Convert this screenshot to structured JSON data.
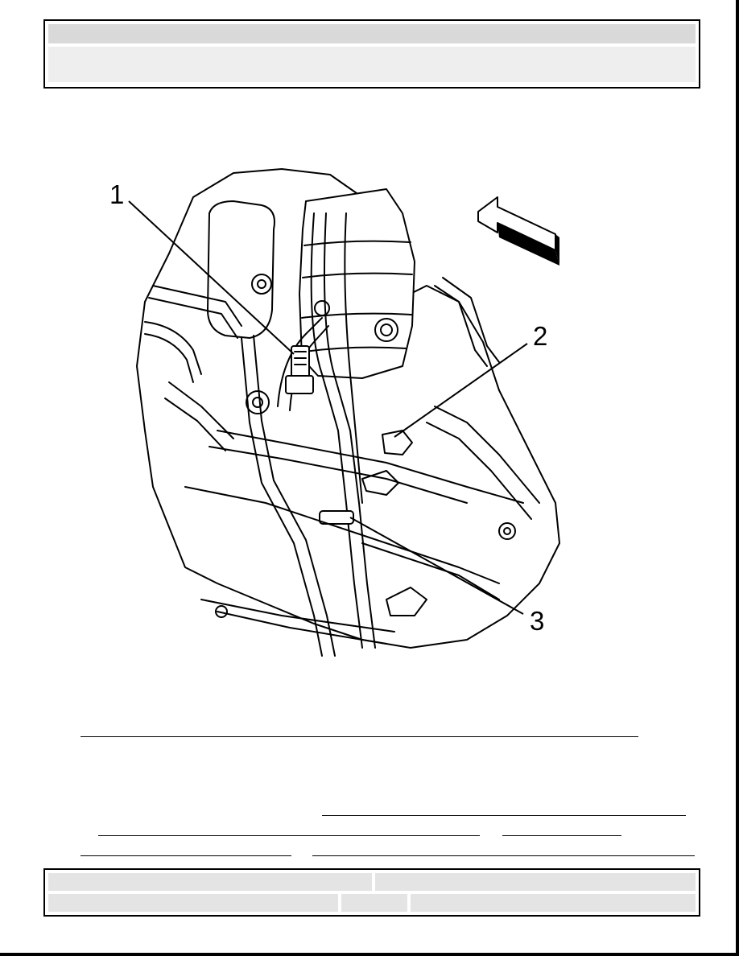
{
  "header": {
    "title": "",
    "subtitle": ""
  },
  "figure": {
    "callouts": [
      "1",
      "2",
      "3"
    ],
    "direction_arrow": "arrow-icon"
  },
  "body_text": {
    "caption": "",
    "link_1": "",
    "link_2": "",
    "link_3": "",
    "link_4": "",
    "link_5": ""
  },
  "footer": {
    "left_top": "",
    "right_top": "",
    "left_bottom": "",
    "middle_bottom": "",
    "right_bottom": ""
  },
  "colors": {
    "header_strip": "#d9d9d9",
    "header_panel": "#eeeeee",
    "footer_cell": "#e4e4e4",
    "ink": "#000000"
  }
}
